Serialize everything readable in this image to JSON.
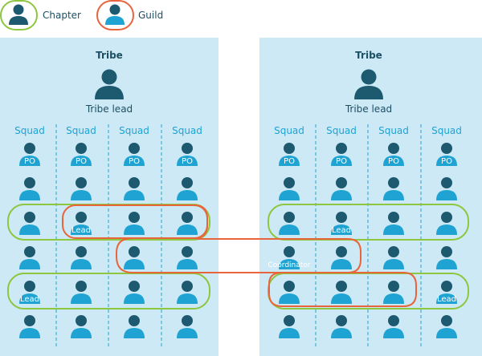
{
  "legend": {
    "chapter_label": "Chapter",
    "guild_label": "Guild",
    "chapter_color": "#8dc63f",
    "guild_color": "#e8643a"
  },
  "colors": {
    "tribe_bg": "#cde9f6",
    "person_dark": "#1d5a70",
    "person_cyan": "#1ea3d3",
    "squad_label": "#1ea3d3",
    "divider": "#1ea3d3"
  },
  "tribes": [
    {
      "title": "Tribe",
      "lead_label": "Tribe lead",
      "squads": [
        "Squad",
        "Squad",
        "Squad",
        "Squad"
      ],
      "row_badges": {
        "0": [
          "PO",
          "PO",
          "PO",
          "PO"
        ],
        "2": [
          "",
          "Lead",
          "",
          ""
        ],
        "3": [
          "",
          "",
          "",
          ""
        ],
        "4": [
          "Lead",
          "",
          "",
          ""
        ]
      }
    },
    {
      "title": "Tribe",
      "lead_label": "Tribe lead",
      "squads": [
        "Squad",
        "Squad",
        "Squad",
        "Squad"
      ],
      "row_badges": {
        "0": [
          "PO",
          "PO",
          "PO",
          "PO"
        ],
        "2": [
          "",
          "Lead",
          "",
          ""
        ],
        "3": [
          "Coordinator",
          "",
          "",
          ""
        ],
        "4": [
          "",
          "",
          "",
          "Lead"
        ]
      }
    }
  ]
}
